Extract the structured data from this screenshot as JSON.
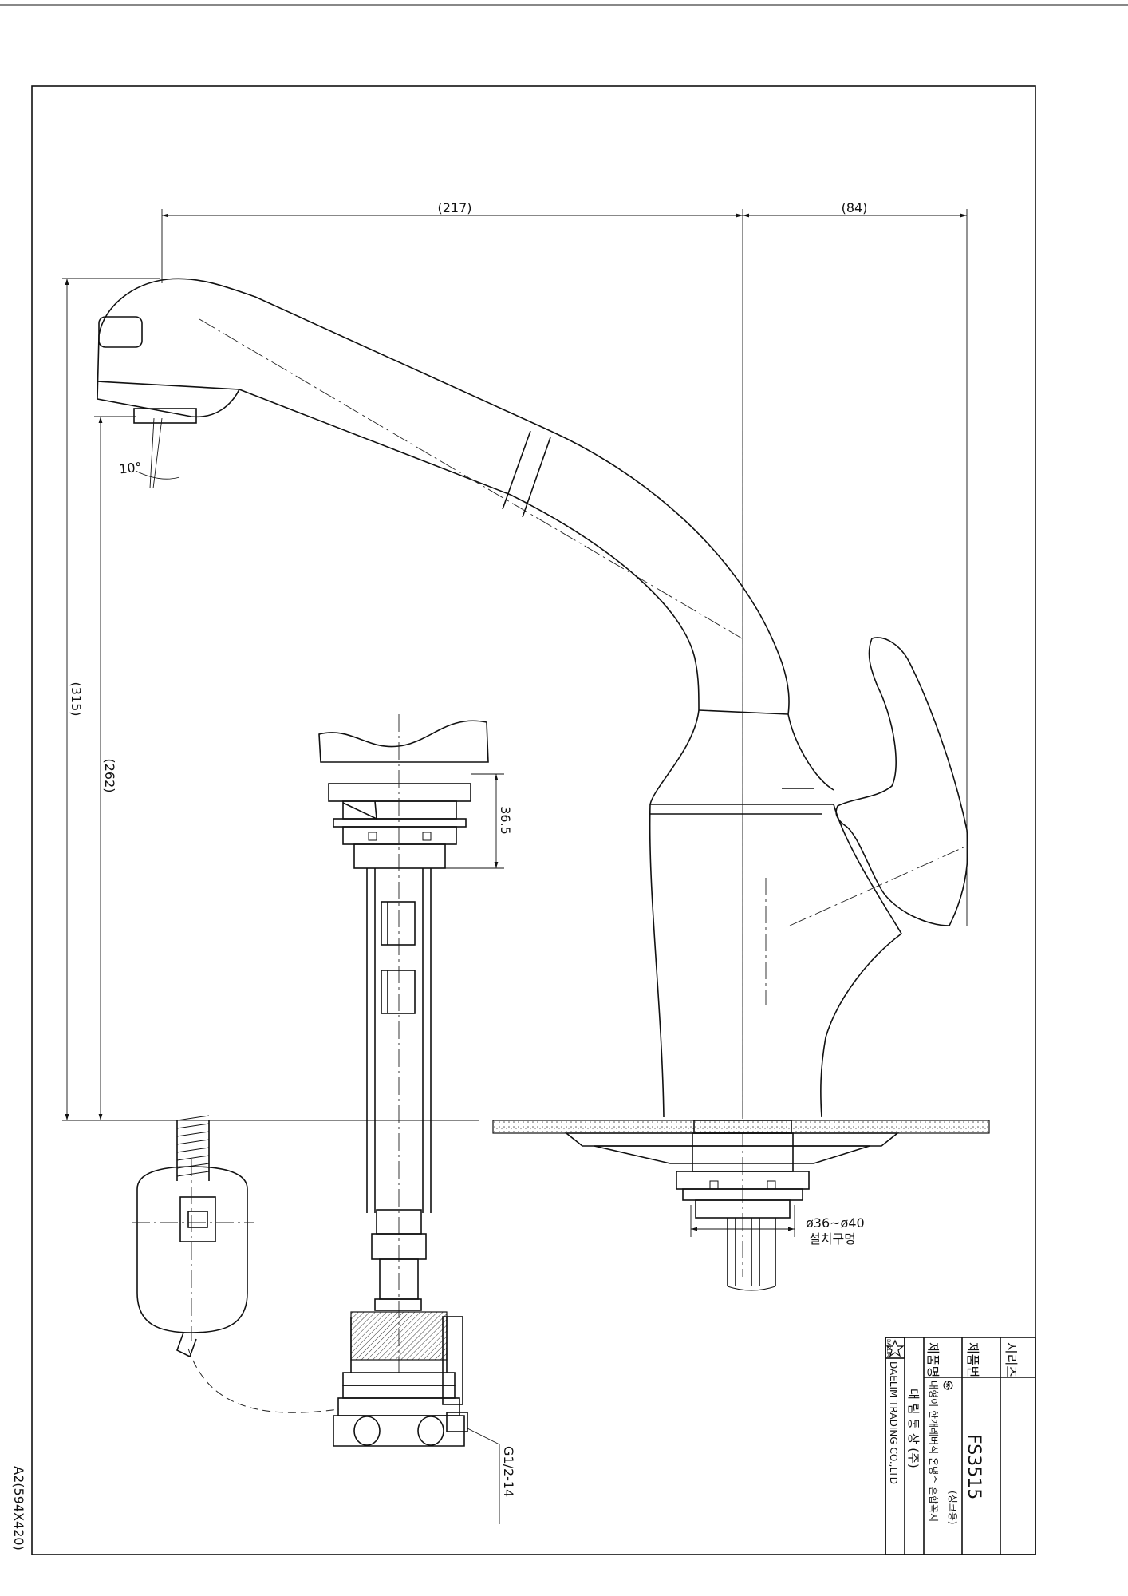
{
  "sheet_label": "A2(594X420)",
  "dimensions": {
    "width_spout": "(217)",
    "width_handle": "(84)",
    "height_total": "(315)",
    "height_outlet": "(262)",
    "spray_angle": "10°",
    "nut_height": "36.5",
    "hole_diameter": "ø36~ø40",
    "hole_label": "설치구멍",
    "thread": "G1/2-14"
  },
  "title_block": {
    "series_label": "시리즈",
    "product_no_label": "제품번",
    "product_no": "FS3515",
    "product_name_label": "제품명",
    "product_name_mark": "㉿",
    "product_name_line1": "(싱크용)",
    "product_name_line2": "대형이 한개레버식 온냉수 혼합꼭지",
    "company_kr": "대 림 통 상 (주)",
    "company_en": "DAELIM TRADING CO.,LTD",
    "logo_text": "DAELIM"
  }
}
